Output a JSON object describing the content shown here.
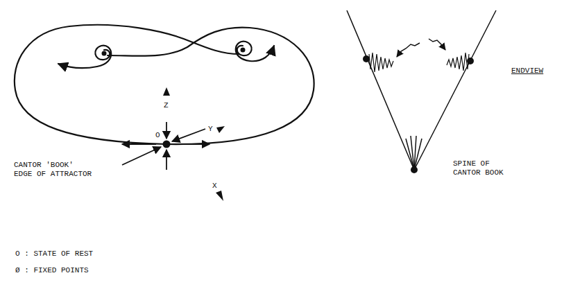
{
  "diagram": {
    "labels": [
      "CANTOR 'BOOK' EDGE OF ATTRACTOR",
      "Z",
      "Y",
      "O",
      "X",
      "ENDVIEW",
      "SPINE OF CANTOR BOOK",
      "O : STATE OF REST",
      "Ø : FIXED POINTS"
    ]
  }
}
